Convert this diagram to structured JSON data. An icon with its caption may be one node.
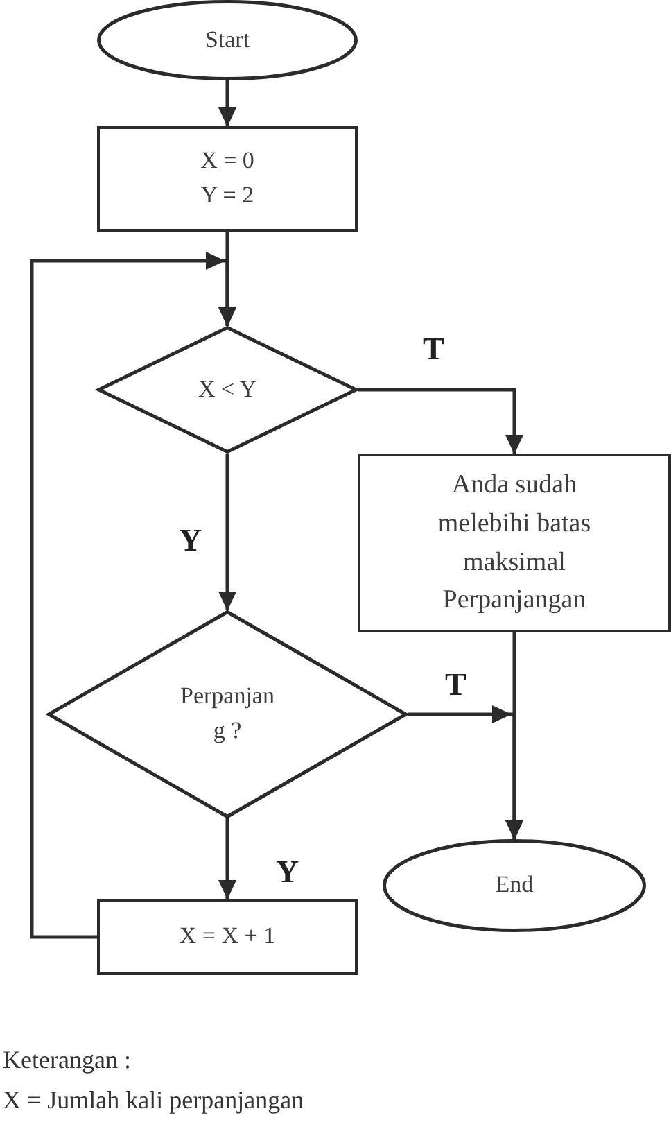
{
  "diagram": {
    "nodes": [
      {
        "text": [
          "Start"
        ]
      },
      {
        "text": [
          "X = 0",
          "Y = 2"
        ]
      },
      {
        "text": [
          "X < Y"
        ]
      },
      {
        "text": [
          "Anda sudah melebihi batas maksimal Perpanjangan"
        ]
      },
      {
        "text": [
          "Perpanjan g ?"
        ]
      },
      {
        "text": [
          "End"
        ]
      },
      {
        "text": [
          "X = X + 1"
        ]
      }
    ],
    "edges": [
      {
        "from": 0,
        "to": 1,
        "arrow": "to"
      },
      {
        "from": 1,
        "to": 2,
        "arrow": "to"
      },
      {
        "from": 2,
        "to": 3,
        "arrow": "to",
        "label": "T"
      },
      {
        "from": 2,
        "to": 4,
        "arrow": "to",
        "label": "Y"
      },
      {
        "from": 3,
        "to": 5,
        "arrow": "to"
      },
      {
        "from": 4,
        "to": 5,
        "arrow": "to",
        "label": "T"
      },
      {
        "from": 4,
        "to": 6,
        "arrow": "to",
        "label": "Y"
      },
      {
        "from": 6,
        "to": 2,
        "arrow": "to"
      }
    ],
    "labels": [
      "Keterangan :",
      "X = Jumlah kali perpanjangan"
    ]
  }
}
